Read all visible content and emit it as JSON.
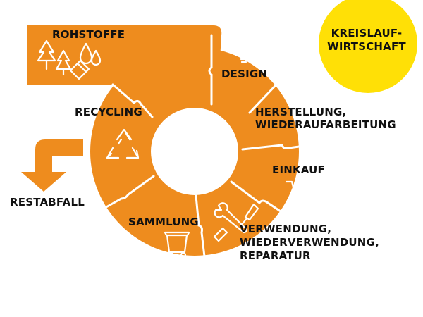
{
  "title": "KREISLAUF-\nWIRTSCHAFT",
  "colors": {
    "orange": "#EE8C1E",
    "yellow": "#FFE006",
    "text": "#111111",
    "divider": "#ffffff",
    "icon": "#ffffff"
  },
  "stages": [
    {
      "id": "rohstoffe",
      "label": "ROHSTOFFE",
      "icon": "trees-drops-icon"
    },
    {
      "id": "design",
      "label": "DESIGN",
      "icon": "lightbulb-icon"
    },
    {
      "id": "herstellung",
      "label": "HERSTELLUNG,\nWIEDERAUFARBEITUNG",
      "icon": "factory-icon"
    },
    {
      "id": "einkauf",
      "label": "EINKAUF",
      "icon": "shopping-cart-icon"
    },
    {
      "id": "verwendung",
      "label": "VERWENDUNG,\nWIEDERVERWENDUNG,\nREPARATUR",
      "icon": "tools-icon"
    },
    {
      "id": "sammlung",
      "label": "SAMMLUNG",
      "icon": "waste-bin-icon"
    },
    {
      "id": "recycling",
      "label": "RECYCLING",
      "icon": "recycle-icon"
    }
  ],
  "exit": {
    "label": "RESTABFALL",
    "icon": "down-arrow-icon"
  }
}
